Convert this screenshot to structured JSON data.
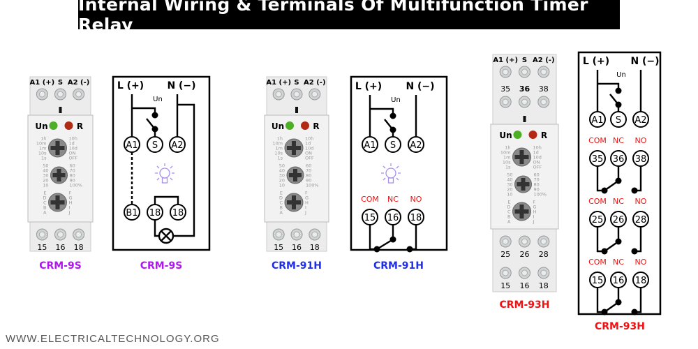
{
  "title": "Internal Wiring & Terminals Of Multifunction Timer Relay",
  "footer": "WWW.ELECTRICALTECHNOLOGY.ORG",
  "colors": {
    "crm9s": "#b016f0",
    "crm91h": "#1f2ee8",
    "crm93h": "#f01010",
    "led_green": "#4caf26",
    "led_red": "#b32a14",
    "bulb": "#a98ef0"
  },
  "dial_labels": {
    "time": [
      "1s",
      "10s",
      "1m",
      "10m",
      "1h",
      "10h",
      "1d",
      "10d",
      "ON",
      "OFF"
    ],
    "percent": [
      "10",
      "20",
      "30",
      "40",
      "50",
      "60",
      "70",
      "80",
      "90",
      "100%"
    ],
    "mode": [
      "A",
      "B",
      "C",
      "D",
      "E",
      "F",
      "G",
      "H",
      "I",
      "J"
    ]
  },
  "devices": [
    {
      "model": "CRM-9S",
      "top_terminals": [
        "A1 (+)",
        "S",
        "A2 (-)"
      ],
      "mid_terminals": [],
      "bottom_rows": [
        [
          "15",
          "16",
          "18"
        ]
      ],
      "led_un": "Un",
      "led_r": "R"
    },
    {
      "model": "CRM-91H",
      "top_terminals": [
        "A1 (+)",
        "S",
        "A2 (-)"
      ],
      "mid_terminals": [],
      "bottom_rows": [
        [
          "15",
          "16",
          "18"
        ]
      ],
      "led_un": "Un",
      "led_r": "R"
    },
    {
      "model": "CRM-93H",
      "top_terminals": [
        "A1 (+)",
        "S",
        "A2 (-)"
      ],
      "mid_terminals": [
        "35",
        "36",
        "38"
      ],
      "bottom_rows": [
        [
          "25",
          "26",
          "28"
        ],
        [
          "15",
          "16",
          "18"
        ]
      ],
      "led_un": "Un",
      "led_r": "R"
    }
  ],
  "diagrams": [
    {
      "model": "CRM-9S",
      "line": "L (+)",
      "neutral": "N (−)",
      "switch": "Un",
      "inputs": [
        "A1",
        "S",
        "A2"
      ],
      "extra": [
        "B1",
        "18",
        "18"
      ]
    },
    {
      "model": "CRM-91H",
      "line": "L (+)",
      "neutral": "N (−)",
      "switch": "Un",
      "inputs": [
        "A1",
        "S",
        "A2"
      ],
      "contact_labels": [
        "COM",
        "NC",
        "NO"
      ],
      "contacts": [
        [
          "15",
          "16",
          "18"
        ]
      ]
    },
    {
      "model": "CRM-93H",
      "line": "L (+)",
      "neutral": "N (−)",
      "switch": "Un",
      "inputs": [
        "A1",
        "S",
        "A2"
      ],
      "contact_labels": [
        "COM",
        "NC",
        "NO"
      ],
      "contacts": [
        [
          "35",
          "36",
          "38"
        ],
        [
          "25",
          "26",
          "28"
        ],
        [
          "15",
          "16",
          "18"
        ]
      ]
    }
  ]
}
